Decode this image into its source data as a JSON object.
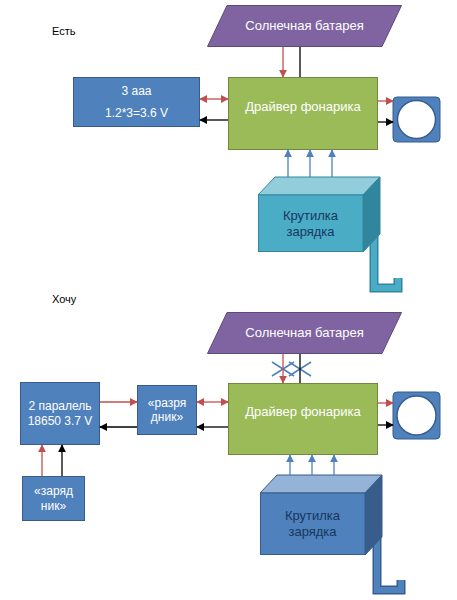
{
  "diagram": {
    "nodes": [
      {
        "text": [
          "Солнечная батарея"
        ]
      },
      {
        "text": [
          "3 aaa",
          "1.2*3=3.6 V"
        ]
      },
      {
        "text": [
          "Драйвер фонарика"
        ]
      },
      {
        "text": [
          "Крутилка зарядка"
        ]
      },
      {
        "text": [
          "Солнечная батарея"
        ]
      },
      {
        "text": [
          "2 паралель 18650 3.7 V"
        ]
      },
      {
        "text": [
          "«разря дник»"
        ]
      },
      {
        "text": [
          "Драйвер фонарика"
        ]
      },
      {
        "text": [
          "«заряд ник»"
        ]
      },
      {
        "text": [
          "Крутилка зарядка"
        ]
      }
    ],
    "edges": [
      {
        "from": 0,
        "to": 2,
        "arrow": "to"
      },
      {
        "from": 0,
        "to": 2,
        "arrow": "none"
      },
      {
        "from": 1,
        "to": 2,
        "arrow": "both"
      },
      {
        "from": 2,
        "to": 1,
        "arrow": "to"
      },
      {
        "from": 3,
        "to": 2,
        "arrow": "to"
      },
      {
        "from": 3,
        "to": 2,
        "arrow": "to"
      },
      {
        "from": 3,
        "to": 2,
        "arrow": "to"
      },
      {
        "from": 4,
        "to": 7,
        "arrow": "to"
      },
      {
        "from": 4,
        "to": 7,
        "arrow": "none"
      },
      {
        "from": 5,
        "to": 6,
        "arrow": "to"
      },
      {
        "from": 6,
        "to": 5,
        "arrow": "to"
      },
      {
        "from": 6,
        "to": 7,
        "arrow": "both"
      },
      {
        "from": 7,
        "to": 6,
        "arrow": "to"
      },
      {
        "from": 8,
        "to": 5,
        "arrow": "to"
      },
      {
        "from": 8,
        "to": 5,
        "arrow": "to"
      },
      {
        "from": 9,
        "to": 7,
        "arrow": "to"
      },
      {
        "from": 9,
        "to": 7,
        "arrow": "to"
      },
      {
        "from": 9,
        "to": 7,
        "arrow": "to"
      }
    ],
    "labels": [
      "Есть",
      "Хочу"
    ]
  }
}
